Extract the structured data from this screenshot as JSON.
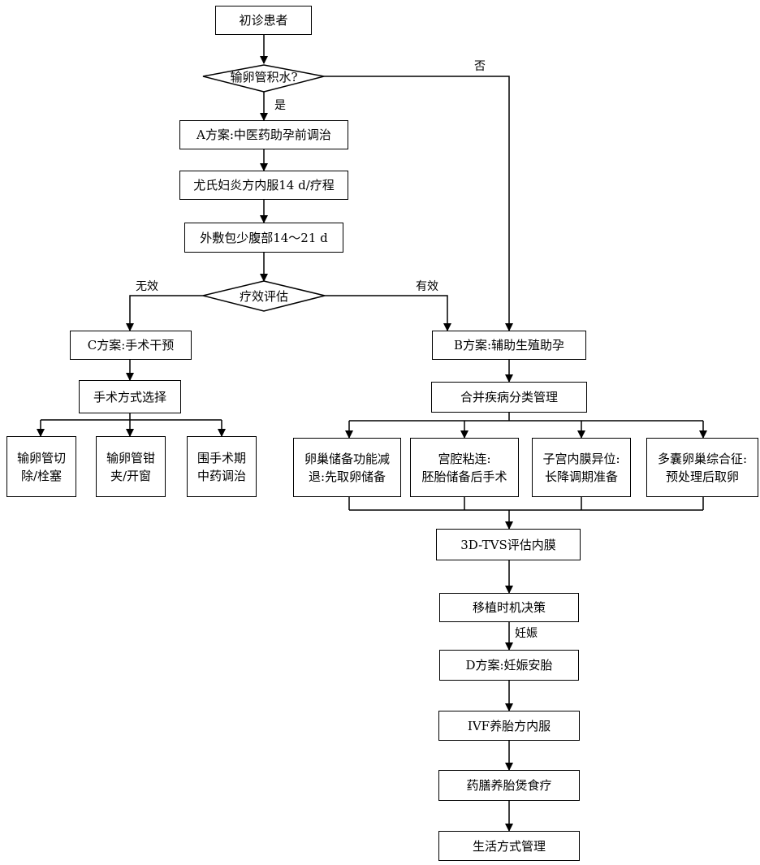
{
  "nodes": {
    "initial": "初诊患者",
    "decision_hydrosalpinx": "输卵管积水?",
    "plan_a": "A方案:中医药助孕前调治",
    "youshi": "尤氏妇炎方内服14 d/疗程",
    "external": "外敷包少腹部14～21 d",
    "decision_efficacy": "疗效评估",
    "plan_c": "C方案:手术干预",
    "surgery_choice": "手术方式选择",
    "surg1_l1": "输卵管切",
    "surg1_l2": "除/栓塞",
    "surg2_l1": "输卵管钳",
    "surg2_l2": "夹/开窗",
    "surg3_l1": "围手术期",
    "surg3_l2": "中药调治",
    "plan_b": "B方案:辅助生殖助孕",
    "comorbidity": "合并疾病分类管理",
    "cat1_l1": "卵巢储备功能减",
    "cat1_l2": "退:先取卵储备",
    "cat2_l1": "宫腔粘连:",
    "cat2_l2": "胚胎储备后手术",
    "cat3_l1": "子宫内膜异位:",
    "cat3_l2": "长降调期准备",
    "cat4_l1": "多囊卵巢综合征:",
    "cat4_l2": "预处理后取卵",
    "tvs": "3D-TVS评估内膜",
    "transfer": "移植时机决策",
    "plan_d": "D方案:妊娠安胎",
    "ivf": "IVF养胎方内服",
    "diet": "药膳养胎煲食疗",
    "lifestyle": "生活方式管理"
  },
  "labels": {
    "no": "否",
    "yes": "是",
    "ineffective": "无效",
    "effective": "有效",
    "pregnancy": "妊娠"
  }
}
